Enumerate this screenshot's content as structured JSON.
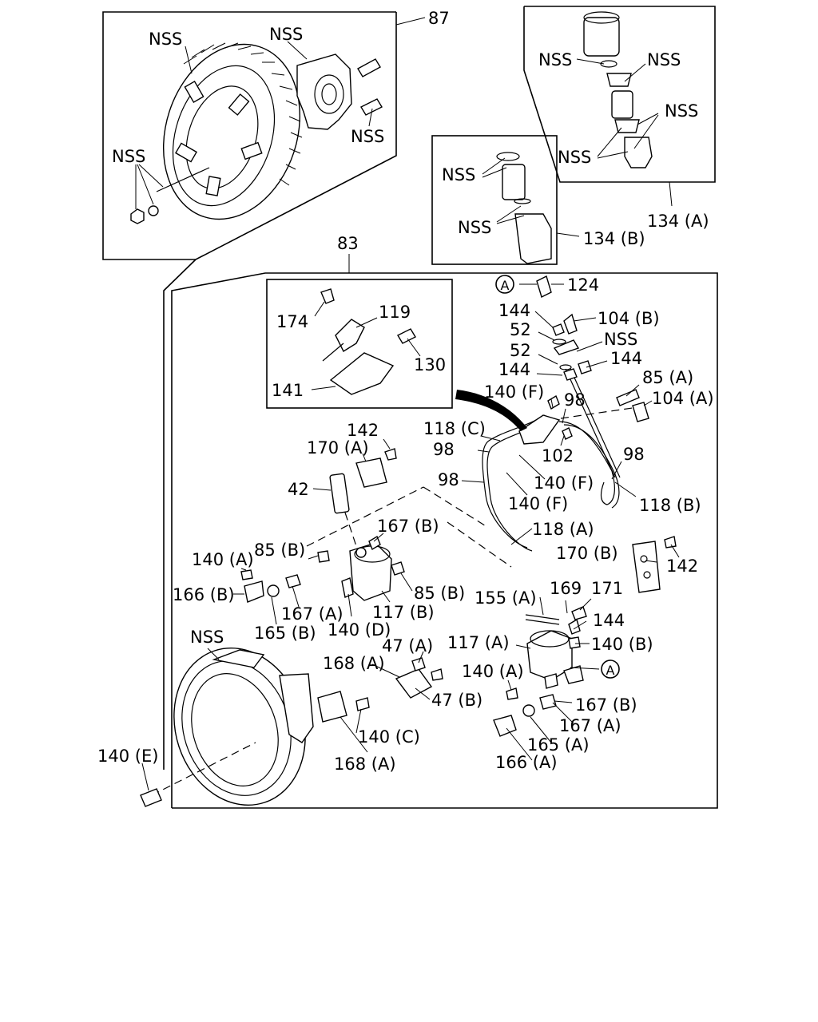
{
  "labels": {
    "l_87": "87",
    "l_83": "83",
    "l_134a": "134 (A)",
    "l_134b": "134 (B)",
    "nss": "NSS",
    "l_124": "124",
    "l_144": "144",
    "l_104b": "104 (B)",
    "l_52": "52",
    "l_85a": "85 (A)",
    "l_104a": "104 (A)",
    "l_140f": "140 (F)",
    "l_98": "98",
    "l_118c": "118 (C)",
    "l_102": "102",
    "l_118b": "118 (B)",
    "l_118a": "118 (A)",
    "l_174": "174",
    "l_119": "119",
    "l_130": "130",
    "l_141": "141",
    "l_142": "142",
    "l_170a": "170 (A)",
    "l_170b": "170 (B)",
    "l_42": "42",
    "l_167b": "167 (B)",
    "l_85b": "85 (B)",
    "l_140a": "140 (A)",
    "l_166b": "166 (B)",
    "l_167a": "167 (A)",
    "l_165b": "165 (B)",
    "l_140d": "140 (D)",
    "l_117b": "117 (B)",
    "l_155a": "155 (A)",
    "l_169": "169",
    "l_171": "171",
    "l_117a": "117 (A)",
    "l_140b": "140 (B)",
    "l_47a": "47 (A)",
    "l_47b": "47 (B)",
    "l_168a": "168 (A)",
    "l_140c": "140 (C)",
    "l_165a": "165 (A)",
    "l_166a": "166 (A)",
    "l_140e": "140 (E)",
    "ref_a": "A"
  }
}
